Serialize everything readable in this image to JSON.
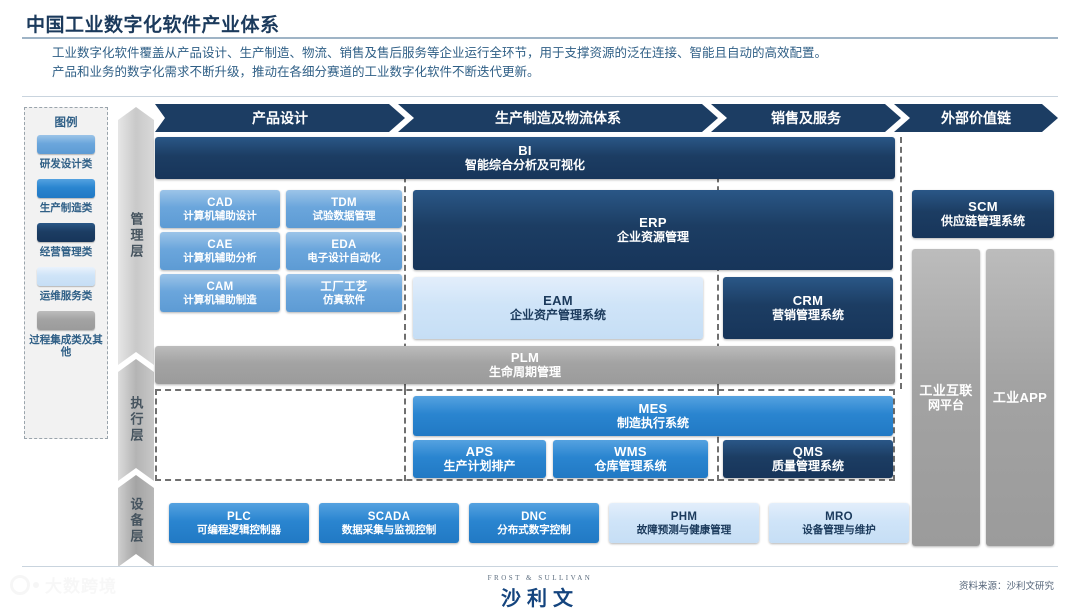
{
  "header": {
    "title": "中国工业数字化软件产业体系",
    "subtitle_line1": "工业数字化软件覆盖从产品设计、生产制造、物流、销售及售后服务等企业运行全环节，用于支撑资源的泛在连接、智能且自动的高效配置。",
    "subtitle_line2": "产品和业务的数字化需求不断升级，推动在各细分赛道的工业数字化软件不断迭代更新。"
  },
  "legend": {
    "title": "图例",
    "items": [
      {
        "label": "研发设计类",
        "color": "#6ba6dc"
      },
      {
        "label": "生产制造类",
        "color": "#2a85d0"
      },
      {
        "label": "经营管理类",
        "color": "#1c3d63"
      },
      {
        "label": "运维服务类",
        "color": "#cfe4f8"
      },
      {
        "label": "过程集成类及其他",
        "color": "#a3a3a3"
      }
    ]
  },
  "layers": [
    {
      "label": "管理层"
    },
    {
      "label": "执行层"
    },
    {
      "label": "设备层"
    }
  ],
  "columns": [
    {
      "label": "产品设计"
    },
    {
      "label": "生产制造及物流体系"
    },
    {
      "label": "销售及服务"
    },
    {
      "label": "外部价值链"
    }
  ],
  "boxes": {
    "bi": {
      "key": "BI",
      "name": "智能综合分析及可视化",
      "category": "经营管理类"
    },
    "cad": {
      "key": "CAD",
      "name": "计算机辅助设计",
      "category": "研发设计类"
    },
    "tdm": {
      "key": "TDM",
      "name": "试验数据管理",
      "category": "研发设计类"
    },
    "cae": {
      "key": "CAE",
      "name": "计算机辅助分析",
      "category": "研发设计类"
    },
    "eda": {
      "key": "EDA",
      "name": "电子设计自动化",
      "category": "研发设计类"
    },
    "cam": {
      "key": "CAM",
      "name": "计算机辅助制造",
      "category": "研发设计类"
    },
    "fps": {
      "key": "工厂工艺",
      "name": "仿真软件",
      "category": "研发设计类"
    },
    "erp": {
      "key": "ERP",
      "name": "企业资源管理",
      "category": "经营管理类"
    },
    "eam": {
      "key": "EAM",
      "name": "企业资产管理系统",
      "category": "运维服务类"
    },
    "crm": {
      "key": "CRM",
      "name": "营销管理系统",
      "category": "经营管理类"
    },
    "scm": {
      "key": "SCM",
      "name": "供应链管理系统",
      "category": "经营管理类"
    },
    "plm": {
      "key": "PLM",
      "name": "生命周期管理",
      "category": "过程集成类及其他"
    },
    "mes": {
      "key": "MES",
      "name": "制造执行系统",
      "category": "生产制造类"
    },
    "aps": {
      "key": "APS",
      "name": "生产计划排产",
      "category": "生产制造类"
    },
    "wms": {
      "key": "WMS",
      "name": "仓库管理系统",
      "category": "生产制造类"
    },
    "qms": {
      "key": "QMS",
      "name": "质量管理系统",
      "category": "经营管理类"
    },
    "plc": {
      "key": "PLC",
      "name": "可编程逻辑控制器",
      "category": "生产制造类"
    },
    "scada": {
      "key": "SCADA",
      "name": "数据采集与监视控制",
      "category": "生产制造类"
    },
    "dnc": {
      "key": "DNC",
      "name": "分布式数字控制",
      "category": "生产制造类"
    },
    "phm": {
      "key": "PHM",
      "name": "故障预测与健康管理",
      "category": "运维服务类"
    },
    "mro": {
      "key": "MRO",
      "name": "设备管理与维护",
      "category": "运维服务类"
    },
    "iiot": {
      "key": "工业互联",
      "name": "网平台",
      "category": "过程集成类及其他"
    },
    "iapp": {
      "key": "工业APP",
      "name": "",
      "category": "过程集成类及其他"
    }
  },
  "footer": {
    "watermark": "大数跨境",
    "brand_en": "FROST & SULLIVAN",
    "brand_cn": "沙利文",
    "source": "资料来源：沙利文研究"
  }
}
